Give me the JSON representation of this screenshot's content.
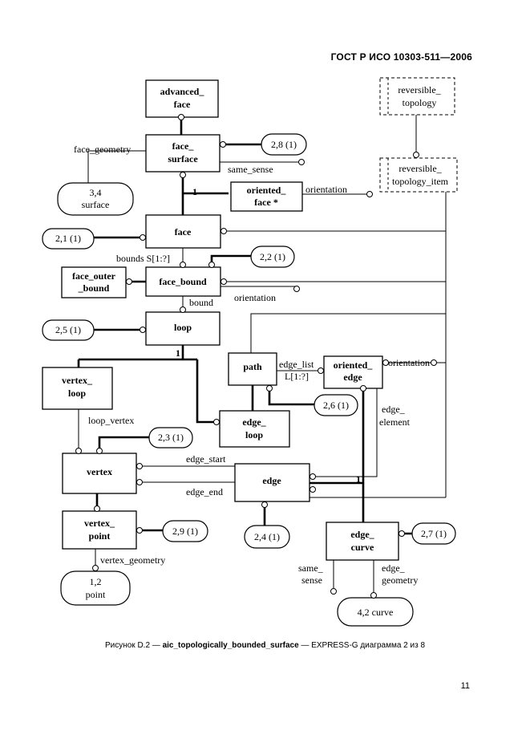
{
  "header": {
    "standard": "ГОСТ Р ИСО 10303-511—2006"
  },
  "caption": {
    "prefix": "Рисунок D.2 — ",
    "schema": "aic_topologically_bounded_surface",
    "suffix": " — EXPRESS-G диаграмма 2 из 8"
  },
  "page_number": "11",
  "entities": {
    "advanced_face": [
      "advanced_",
      "face"
    ],
    "face_surface": [
      "face_",
      "surface"
    ],
    "oriented_face": [
      "oriented_",
      "face *"
    ],
    "face": "face",
    "face_outer_bound": [
      "face_outer",
      "_bound"
    ],
    "face_bound": "face_bound",
    "loop": "loop",
    "vertex_loop": [
      "vertex_",
      "loop"
    ],
    "path": "path",
    "oriented_edge": [
      "oriented_",
      "edge"
    ],
    "edge_loop": [
      "edge_",
      "loop"
    ],
    "vertex": "vertex",
    "edge": "edge",
    "vertex_point": [
      "vertex_",
      "point"
    ],
    "edge_curve": [
      "edge_",
      "curve"
    ],
    "reversible_topology": [
      "reversible_",
      "topology"
    ],
    "reversible_topology_item": [
      "reversible_",
      "topology_item"
    ]
  },
  "page_refs": {
    "r28": "2,8 (1)",
    "r34": [
      "3,4",
      "surface"
    ],
    "r21": "2,1 (1)",
    "r22": "2,2 (1)",
    "r25": "2,5 (1)",
    "r26": "2,6 (1)",
    "r23": "2,3 (1)",
    "r24": "2,4 (1)",
    "r29": "2,9 (1)",
    "r12": [
      "1,2",
      "point"
    ],
    "r27": "2,7 (1)",
    "r42": "4,2 curve"
  },
  "labels": {
    "face_geometry": "face_geometry",
    "same_sense": "same_sense",
    "orientation": "orientation",
    "bounds": "bounds S[1:?]",
    "bound": "bound",
    "edge_list": "edge_list",
    "edge_list_agg": "L[1:?]",
    "edge_element": [
      "edge_",
      "element"
    ],
    "loop_vertex": "loop_vertex",
    "edge_start": "edge_start",
    "edge_end": "edge_end",
    "vertex_geometry": "vertex_geometry",
    "same_sense_split": [
      "same_",
      "sense"
    ],
    "edge_geometry": [
      "edge_",
      "geometry"
    ],
    "one": "1"
  }
}
